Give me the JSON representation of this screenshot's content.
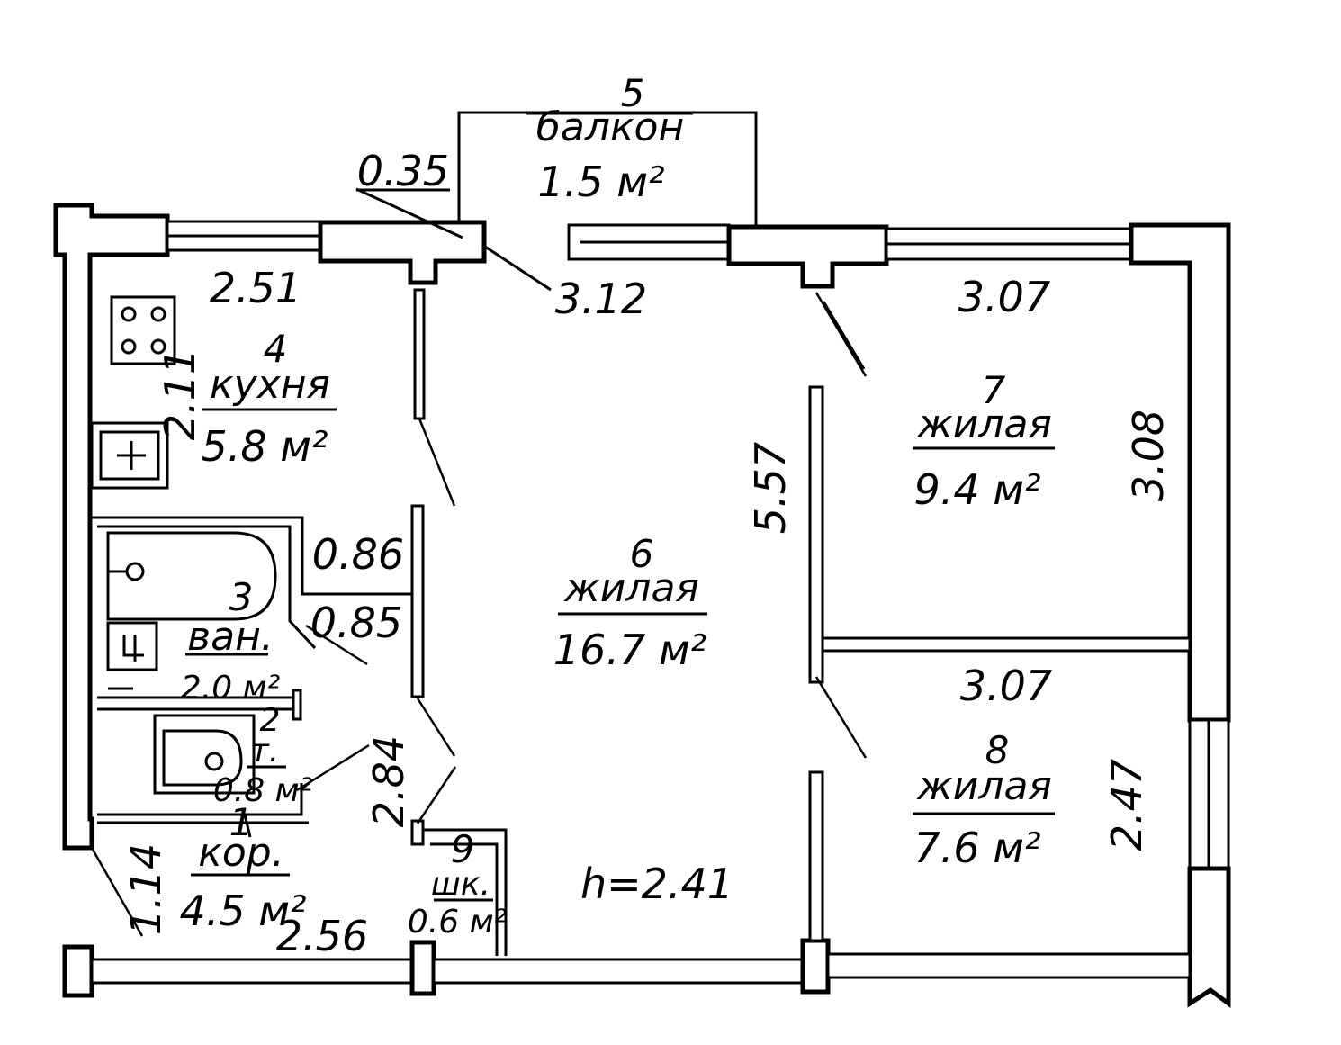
{
  "rooms": {
    "balcony": {
      "number": "5",
      "name": "балкон",
      "area": "1.5 м²"
    },
    "kitchen": {
      "number": "4",
      "name": "кухня",
      "area": "5.8 м²"
    },
    "bath": {
      "number": "3",
      "name": "ван.",
      "area": "2.0 м²"
    },
    "toilet": {
      "number": "2",
      "name": "т.",
      "area": "0.8 м²"
    },
    "corridor": {
      "number": "1",
      "name": "кор.",
      "area": "4.5 м²"
    },
    "closet": {
      "number": "9",
      "name": "шк.",
      "area": "0.6 м²"
    },
    "living": {
      "number": "6",
      "name": "жилая",
      "area": "16.7 м²"
    },
    "bedroom1": {
      "number": "7",
      "name": "жилая",
      "area": "9.4 м²"
    },
    "bedroom2": {
      "number": "8",
      "name": "жилая",
      "area": "7.6 м²"
    }
  },
  "dimensions": {
    "balcony_offset": "0.35",
    "kitchen_width": "2.51",
    "kitchen_depth": "2.11",
    "living_width": "3.12",
    "bedroom1_width": "3.07",
    "bedroom1_depth": "3.08",
    "living_depth": "5.57",
    "bath_width": "0.86",
    "toilet_width": "0.85",
    "bedroom2_width": "3.07",
    "bedroom2_depth": "2.47",
    "corridor_depth": "2.84",
    "corridor_diag": "1.14",
    "corridor_width": "2.56"
  },
  "ceiling_height": "h=2.41"
}
